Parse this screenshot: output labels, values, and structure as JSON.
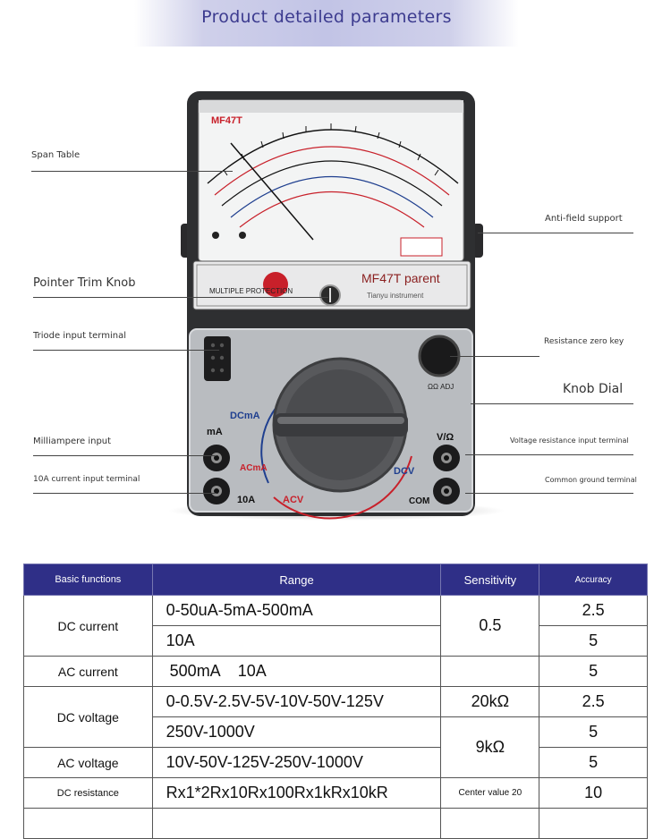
{
  "banner": {
    "title": "Product detailed parameters"
  },
  "callouts": {
    "span_table": "Span Table",
    "pointer_trim": "Pointer Trim Knob",
    "triode": "Triode input terminal",
    "milliampere": "Milliampere input",
    "ten_a": "10A current input terminal",
    "anti_field": "Anti-field support",
    "resistance_zero": "Resistance zero key",
    "knob_dial": "Knob Dial",
    "voltage_resistance": "Voltage resistance input terminal",
    "common_ground": "Common ground terminal"
  },
  "meter": {
    "model": "MF47T",
    "model_name": "MF47T parent",
    "maker": "Tianyu instrument",
    "protection": "MULTIPLE PROTECTION",
    "ohm_adj": "ΩΩ ADJ",
    "dc_ma": "DCmA",
    "ac_ma": "ACmA",
    "ma": "mA",
    "ten_a": "10A",
    "acv": "ACV",
    "dcv": "DCV",
    "vohm": "V/Ω",
    "com": "COM",
    "colors": {
      "body": "#2e2f31",
      "panel": "#b9bcc0",
      "blue": "#1f3f8f",
      "red": "#c8202a"
    }
  },
  "table": {
    "headers": [
      "Basic functions",
      "Range",
      "Sensitivity",
      "Accuracy"
    ],
    "rows": {
      "dc_current": {
        "label": "DC current",
        "r1": "0-50uA-5mA-500mA",
        "r2": "10A",
        "sens": "0.5",
        "a1": "2.5",
        "a2": "5"
      },
      "ac_current": {
        "label": "AC current",
        "r1": "500mA    10A",
        "a1": "5"
      },
      "dc_voltage": {
        "label": "DC voltage",
        "r1": "0-0.5V-2.5V-5V-10V-50V-125V",
        "s1": "20kΩ",
        "a1": "2.5",
        "r2": "250V-1000V",
        "s2": "9kΩ",
        "a2": "5"
      },
      "ac_voltage": {
        "label": "AC voltage",
        "r1": "10V-50V-125V-250V-1000V",
        "a1": "5"
      },
      "dc_resistance": {
        "label": "DC resistance",
        "r1": "Rx1*2Rx10Rx100Rx1kRx10kR",
        "s1": "Center value 20",
        "a1": "10"
      }
    }
  }
}
